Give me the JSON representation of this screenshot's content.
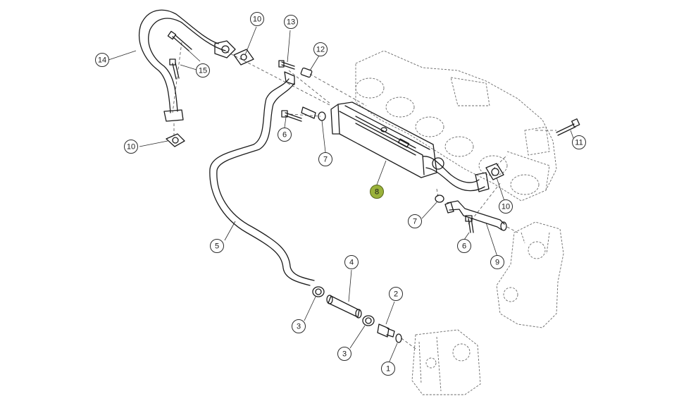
{
  "callouts": [
    {
      "id": "c14a",
      "number": "14",
      "highlighted": false
    },
    {
      "id": "c15",
      "number": "15",
      "highlighted": false
    },
    {
      "id": "c10a",
      "number": "10",
      "highlighted": false
    },
    {
      "id": "c10b",
      "number": "10",
      "highlighted": false
    },
    {
      "id": "c13",
      "number": "13",
      "highlighted": false
    },
    {
      "id": "c12",
      "number": "12",
      "highlighted": false
    },
    {
      "id": "c6a",
      "number": "6",
      "highlighted": false
    },
    {
      "id": "c7a",
      "number": "7",
      "highlighted": false
    },
    {
      "id": "c8",
      "number": "8",
      "highlighted": true
    },
    {
      "id": "c11",
      "number": "11",
      "highlighted": false
    },
    {
      "id": "c10c",
      "number": "10",
      "highlighted": false
    },
    {
      "id": "c7b",
      "number": "7",
      "highlighted": false
    },
    {
      "id": "c6b",
      "number": "6",
      "highlighted": false
    },
    {
      "id": "c9",
      "number": "9",
      "highlighted": false
    },
    {
      "id": "c5",
      "number": "5",
      "highlighted": false
    },
    {
      "id": "c4",
      "number": "4",
      "highlighted": false
    },
    {
      "id": "c2",
      "number": "2",
      "highlighted": false
    },
    {
      "id": "c3a",
      "number": "3",
      "highlighted": false
    },
    {
      "id": "c3b",
      "number": "3",
      "highlighted": false
    },
    {
      "id": "c1",
      "number": "1",
      "highlighted": false
    }
  ],
  "colors": {
    "highlight_fill": "#9ab23a",
    "line": "#1c1c1c",
    "background": "#ffffff"
  }
}
